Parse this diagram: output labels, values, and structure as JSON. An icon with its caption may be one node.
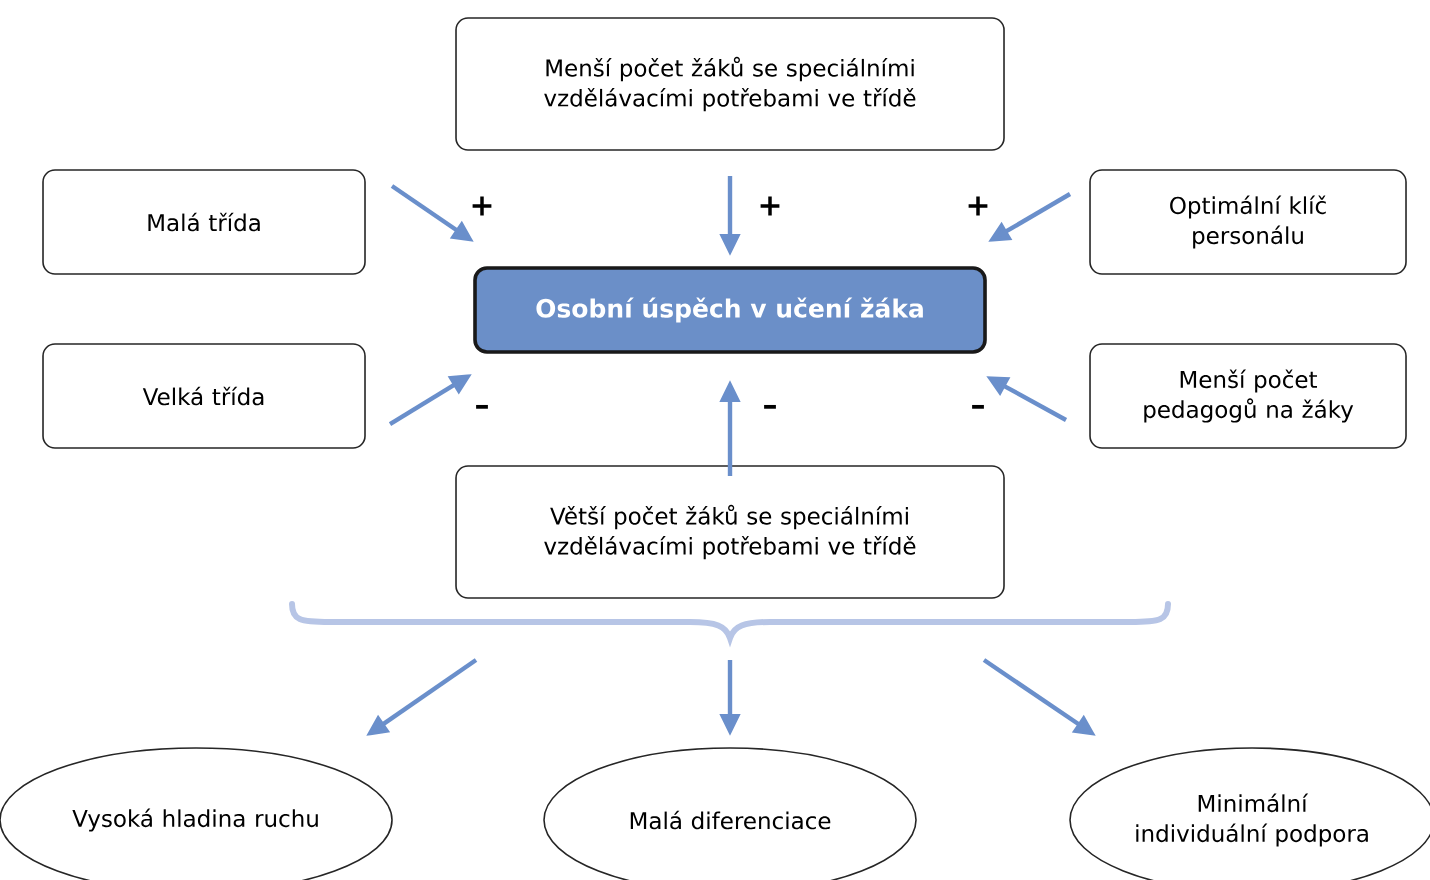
{
  "diagram": {
    "nodes": [
      {
        "text": [
          "Menší počet žáků se speciálními vzdělávacími potřebami ve třídě"
        ]
      },
      {
        "text": [
          "Malá třída"
        ]
      },
      {
        "text": [
          "Optimální klíč personálu"
        ]
      },
      {
        "text": [
          "Osobní úspěch v učení žáka"
        ]
      },
      {
        "text": [
          "Velká třída"
        ]
      },
      {
        "text": [
          "Menší počet pedagogů na žáky"
        ]
      },
      {
        "text": [
          "Větší počet žáků se speciálními vzdělávacími potřebami ve třídě"
        ]
      },
      {
        "text": [
          "Vysoká hladina ruchu"
        ]
      },
      {
        "text": [
          "Malá diferenciace"
        ]
      },
      {
        "text": [
          "Minimální individuální podpora"
        ]
      }
    ],
    "edges": [
      {
        "from": 1,
        "to": 3,
        "arrow": "to",
        "label": "+"
      },
      {
        "from": 0,
        "to": 3,
        "arrow": "to",
        "label": "+"
      },
      {
        "from": 2,
        "to": 3,
        "arrow": "to",
        "label": "+"
      },
      {
        "from": 4,
        "to": 3,
        "arrow": "to",
        "label": "–"
      },
      {
        "from": 6,
        "to": 3,
        "arrow": "to",
        "label": "–"
      },
      {
        "from": 5,
        "to": 3,
        "arrow": "to",
        "label": "–"
      },
      {
        "from": 6,
        "to": 7,
        "arrow": "to"
      },
      {
        "from": 6,
        "to": 8,
        "arrow": "to"
      },
      {
        "from": 6,
        "to": 9,
        "arrow": "to"
      }
    ]
  }
}
